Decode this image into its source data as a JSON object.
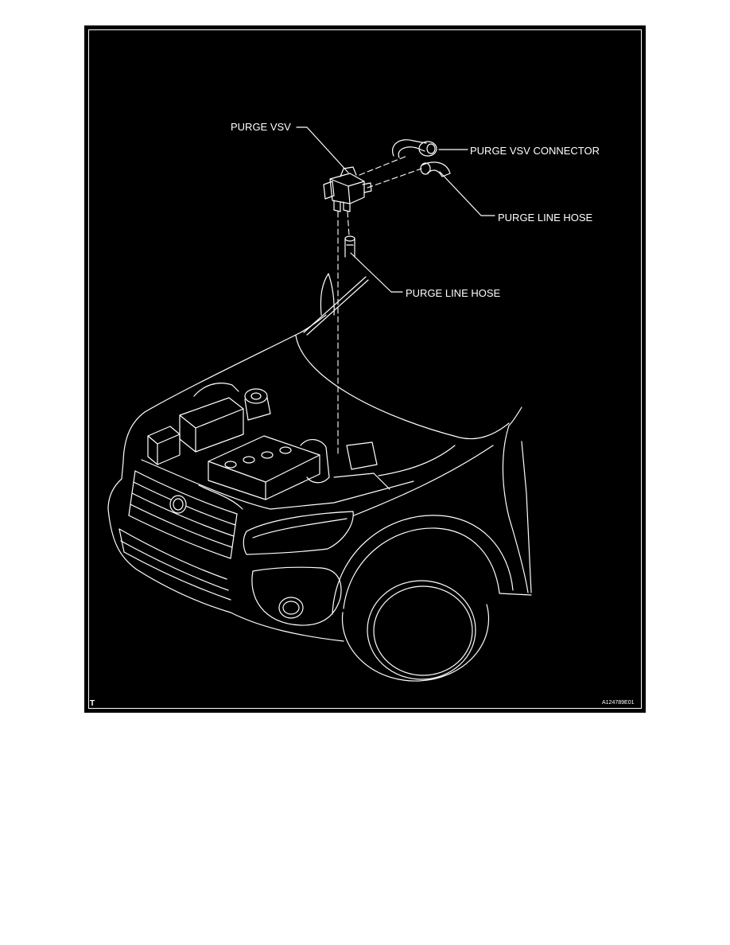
{
  "figure": {
    "labels": {
      "purge_vsv": "PURGE VSV",
      "purge_vsv_connector": "PURGE VSV CONNECTOR",
      "purge_line_hose_upper": "PURGE LINE HOSE",
      "purge_line_hose_lower": "PURGE LINE HOSE"
    },
    "corner_mark": "T",
    "figure_id": "A124789E01"
  },
  "colors": {
    "page": "#ffffff",
    "figure_background": "#000000",
    "line_art": "#ffffff"
  }
}
